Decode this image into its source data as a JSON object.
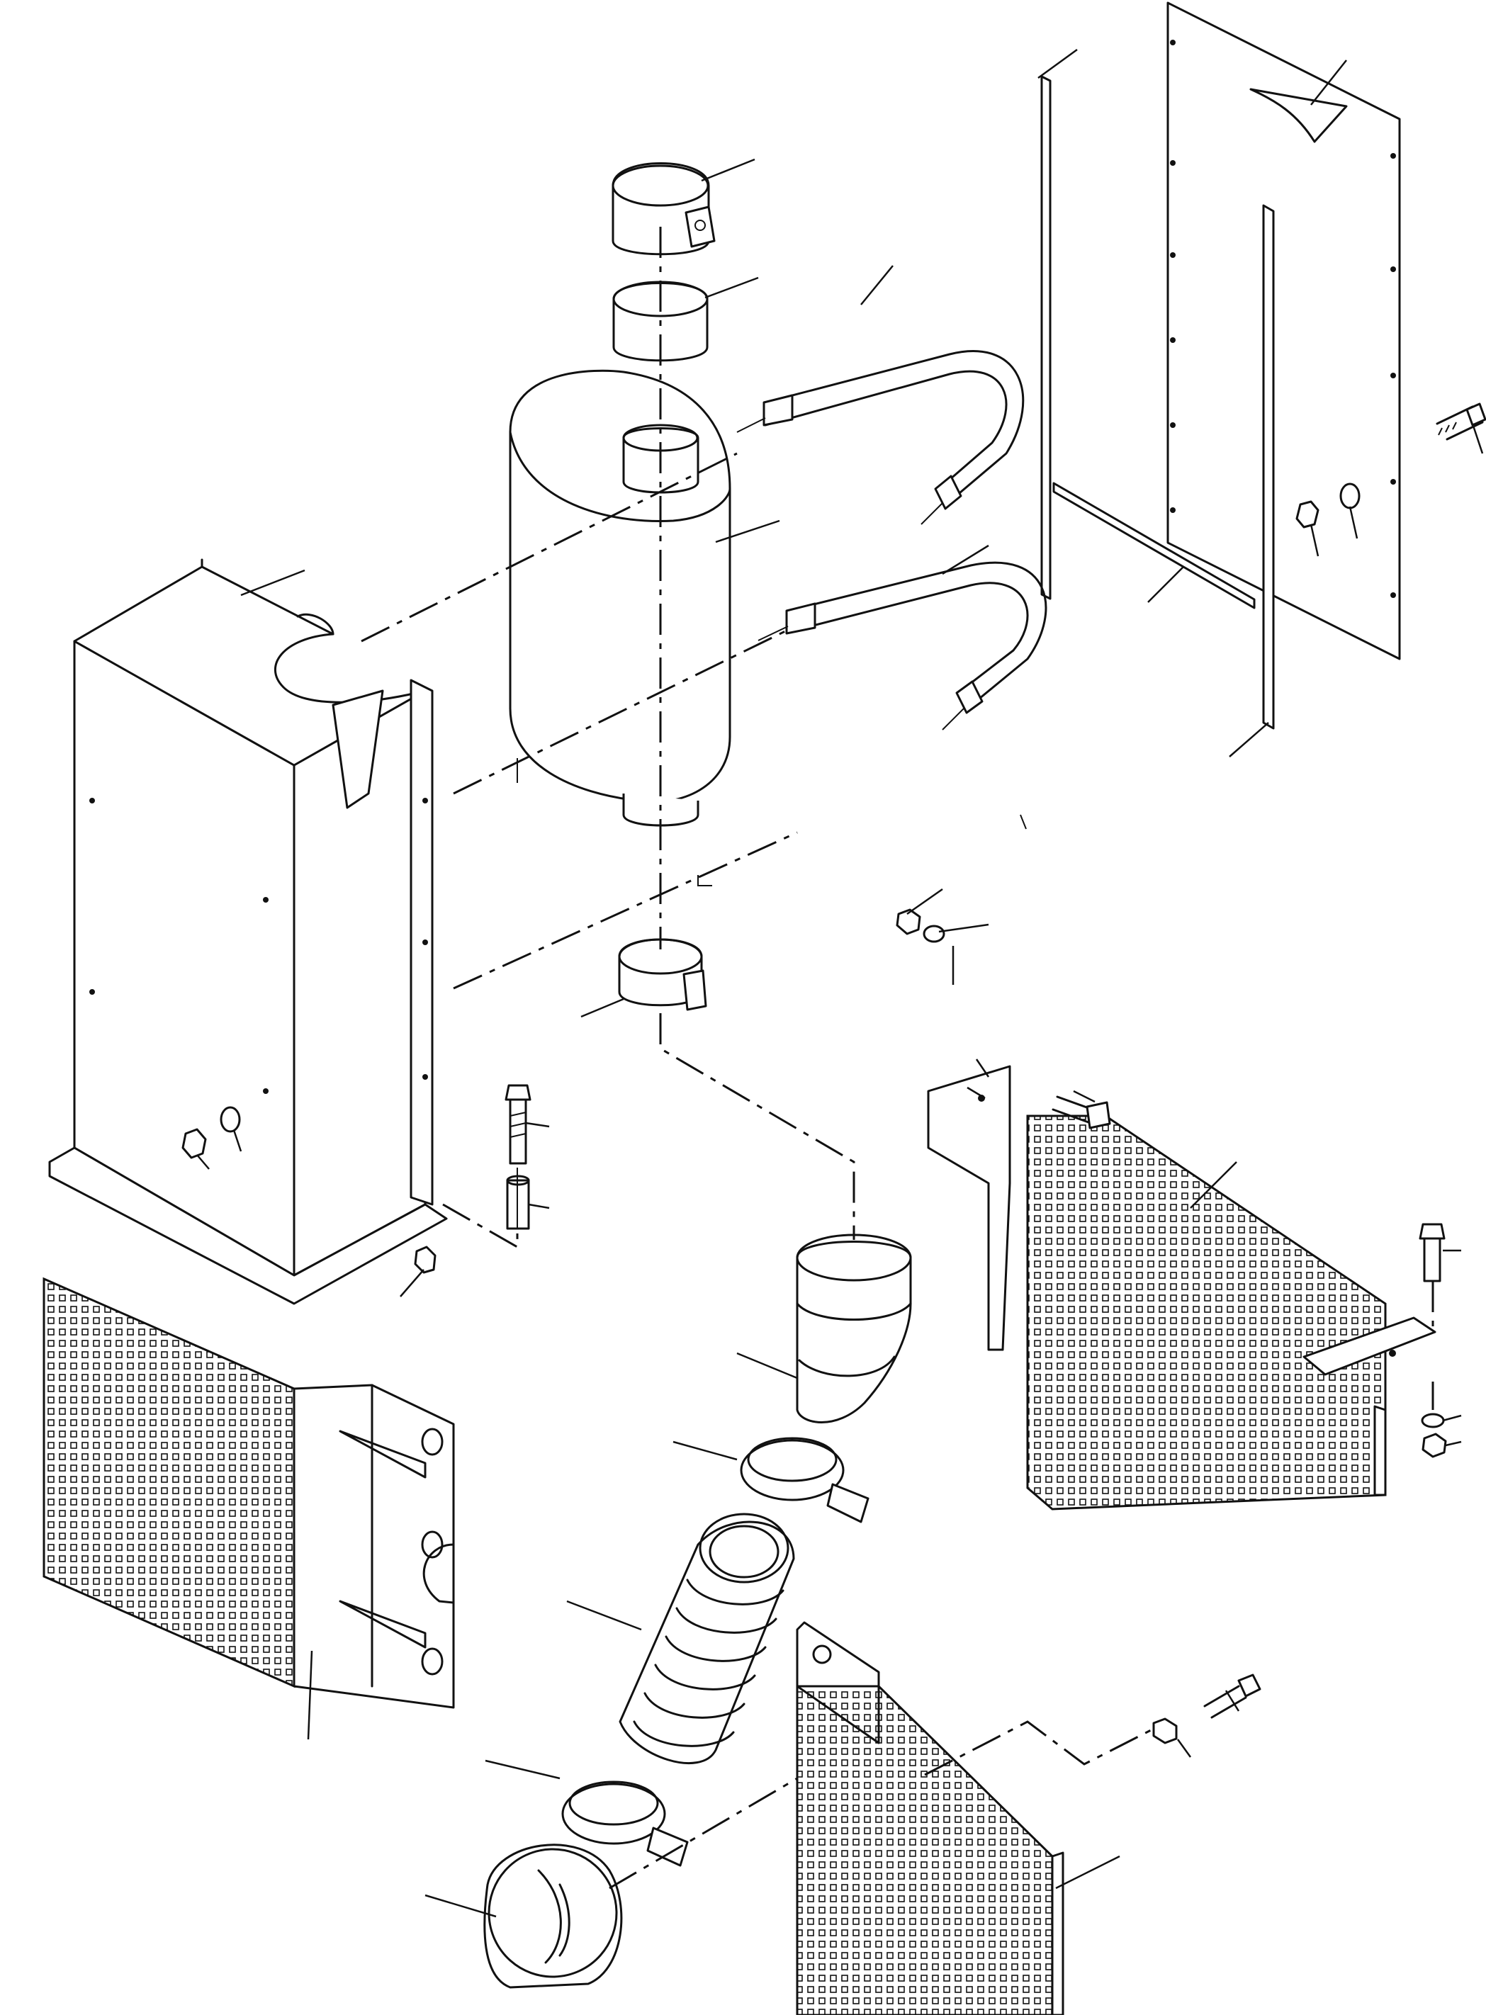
{
  "drawing": {
    "type": "exploded-parts-view",
    "callout_labels": [],
    "parts": [
      "muffler",
      "upper-clamp",
      "upper-sleeve",
      "lower-clamp",
      "u-bolt-upper",
      "u-bolt-lower",
      "muffler-housing",
      "rear-panel",
      "vertical-strip-left",
      "vertical-strip-right",
      "horizontal-strip",
      "tailpipe-elbow",
      "hose-clamp-upper",
      "flex-bellows",
      "hose-clamp-lower",
      "outlet-elbow",
      "perforated-guard-left",
      "perforated-guard-right",
      "perforated-guard-lower",
      "bolt",
      "spacer",
      "nut",
      "washer"
    ]
  }
}
